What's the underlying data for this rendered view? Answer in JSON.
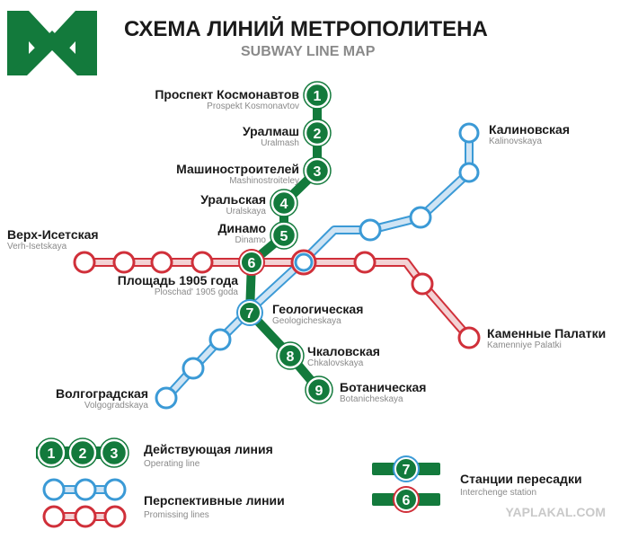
{
  "header": {
    "title": "СХЕМА ЛИНИЙ МЕТРОПОЛИТЕНА",
    "subtitle": "SUBWAY LINE MAP",
    "logo_icon": "metro-m-logo-icon"
  },
  "colors": {
    "operating_line": "#137a3c",
    "operating_line_light": "#6fbd86",
    "blue_line": "#3b9ad6",
    "blue_line_fill": "#cfe4f4",
    "red_line": "#d0303a",
    "red_line_fill": "#f3d2d4",
    "label_ru": "#1a1a1a",
    "label_en": "#8a8a8a"
  },
  "stations": [
    {
      "num": "1",
      "ru": "Проспект Космонавтов",
      "en": "Prospekt Kosmonavtov"
    },
    {
      "num": "2",
      "ru": "Уралмаш",
      "en": "Uralmash"
    },
    {
      "num": "3",
      "ru": "Машиностроителей",
      "en": "Mashinostroiteley"
    },
    {
      "num": "4",
      "ru": "Уральская",
      "en": "Uralskaya"
    },
    {
      "num": "5",
      "ru": "Динамо",
      "en": "Dinamo"
    },
    {
      "num": "6",
      "ru": "Площадь 1905 года",
      "en": "Ploschad' 1905 goda"
    },
    {
      "num": "7",
      "ru": "Геологическая",
      "en": "Geologicheskaya"
    },
    {
      "num": "8",
      "ru": "Чкаловская",
      "en": "Chkalovskaya"
    },
    {
      "num": "9",
      "ru": "Ботаническая",
      "en": "Botanicheskaya"
    }
  ],
  "other_stations": {
    "kalinovskaya": {
      "ru": "Калиновская",
      "en": "Kalinovskaya"
    },
    "verkh_isetskaya": {
      "ru": "Верх-Исетская",
      "en": "Verh-Isetskaya"
    },
    "kamennye_palatki": {
      "ru": "Каменные Палатки",
      "en": "Kamenniye Palatki"
    },
    "volgogradskaya": {
      "ru": "Волгоградская",
      "en": "Volgogradskaya"
    }
  },
  "legend": {
    "operating": {
      "ru": "Действующая линия",
      "en": "Operating line",
      "nums": [
        "1",
        "2",
        "3"
      ]
    },
    "promising": {
      "ru": "Перспективные линии",
      "en": "Promissing lines"
    },
    "interchange": {
      "ru": "Станции пересадки",
      "en": "Interchenge station",
      "nums": [
        "7",
        "6"
      ]
    }
  },
  "watermark": "YAPLAKAL.COM"
}
